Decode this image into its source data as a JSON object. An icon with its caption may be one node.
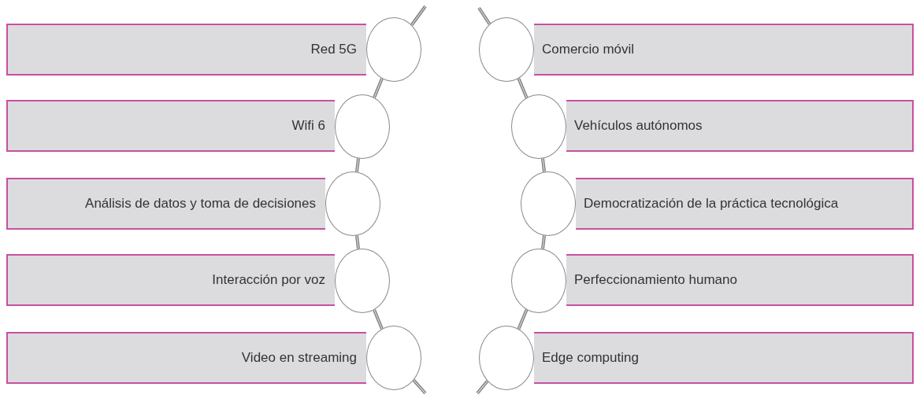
{
  "diagram": {
    "nodes": [
      {
        "text": [
          "Red 5G"
        ]
      },
      {
        "text": [
          "Wifi 6"
        ]
      },
      {
        "text": [
          "Análisis de datos y toma de decisiones"
        ]
      },
      {
        "text": [
          "Interacción por voz"
        ]
      },
      {
        "text": [
          "Video en streaming"
        ]
      },
      {
        "text": [
          "Comercio móvil"
        ]
      },
      {
        "text": [
          "Vehículos autónomos"
        ]
      },
      {
        "text": [
          "Democratización de la práctica tecnológica"
        ]
      },
      {
        "text": [
          "Perfeccionamiento humano"
        ]
      },
      {
        "text": [
          "Edge computing"
        ]
      },
      {
        "text": [],
        "shape": "circle"
      },
      {
        "text": [],
        "shape": "circle"
      },
      {
        "text": [],
        "shape": "circle"
      },
      {
        "text": [],
        "shape": "circle"
      },
      {
        "text": [],
        "shape": "circle"
      },
      {
        "text": [],
        "shape": "circle"
      },
      {
        "text": [],
        "shape": "circle"
      },
      {
        "text": [],
        "shape": "circle"
      },
      {
        "text": [],
        "shape": "circle"
      },
      {
        "text": [],
        "shape": "circle"
      }
    ],
    "edges": [
      {
        "from": null,
        "to": 10,
        "arrow": "none"
      },
      {
        "from": 10,
        "to": 11,
        "arrow": "none"
      },
      {
        "from": 11,
        "to": 12,
        "arrow": "none"
      },
      {
        "from": 12,
        "to": 13,
        "arrow": "none"
      },
      {
        "from": 13,
        "to": 14,
        "arrow": "none"
      },
      {
        "from": 14,
        "to": null,
        "arrow": "none"
      },
      {
        "from": null,
        "to": 15,
        "arrow": "none"
      },
      {
        "from": 15,
        "to": 16,
        "arrow": "none"
      },
      {
        "from": 16,
        "to": 17,
        "arrow": "none"
      },
      {
        "from": 17,
        "to": 18,
        "arrow": "none"
      },
      {
        "from": 18,
        "to": 19,
        "arrow": "none"
      },
      {
        "from": 19,
        "to": null,
        "arrow": "none"
      }
    ]
  }
}
